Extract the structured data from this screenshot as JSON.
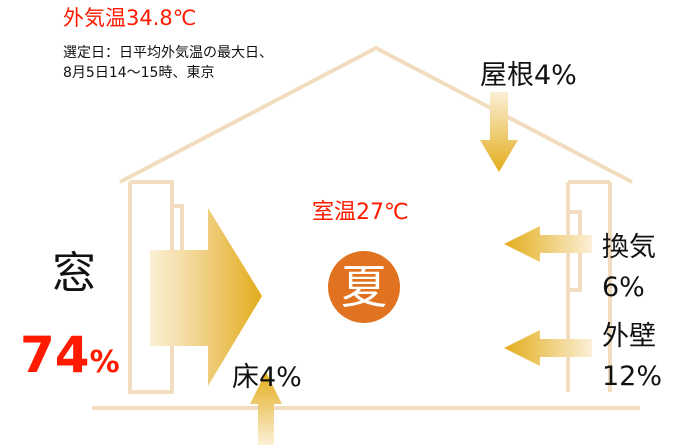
{
  "colors": {
    "house_outline": "#f2dcbf",
    "arrow_gold": "#e3ac1b",
    "arrow_gold_light": "#f3dfa8",
    "season_circle": "#e07220",
    "label_red": "#ff1a00"
  },
  "outside": {
    "temperature_label": "外気温34.8℃",
    "note_line1": "選定日：日平均外気温の最大日、",
    "note_line2": "8月5日14～15時、東京"
  },
  "room": {
    "temperature_label": "室温27℃",
    "season_label": "夏"
  },
  "heat_gain": {
    "window": {
      "name": "窓",
      "percent": "74",
      "unit": "%"
    },
    "roof": {
      "label": "屋根4%"
    },
    "ventilation": {
      "name": "換気",
      "percent": "6%"
    },
    "wall": {
      "name": "外壁",
      "percent": "12%"
    },
    "floor": {
      "label": "床4%"
    }
  }
}
